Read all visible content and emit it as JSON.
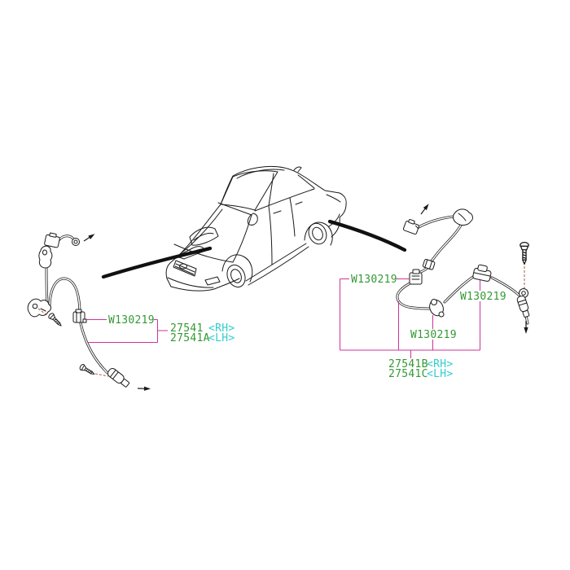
{
  "diagram": {
    "colors": {
      "drawing_line": "#1a1a1a",
      "callout_line": "#cc3399",
      "part_number_text": "#339933",
      "side_code_text": "#33cccc",
      "fastener_leader_dash": "#aa5544"
    },
    "front_group": {
      "fastener_label": "W130219",
      "part_lines": [
        {
          "number": "27541",
          "side": "<RH>"
        },
        {
          "number": "27541A",
          "side": "<LH>"
        }
      ]
    },
    "rear_group": {
      "fastener_labels": [
        "W130219",
        "W130219",
        "W130219"
      ],
      "part_lines": [
        {
          "number": "27541B",
          "side": "<RH>"
        },
        {
          "number": "27541C",
          "side": "<LH>"
        }
      ]
    }
  }
}
